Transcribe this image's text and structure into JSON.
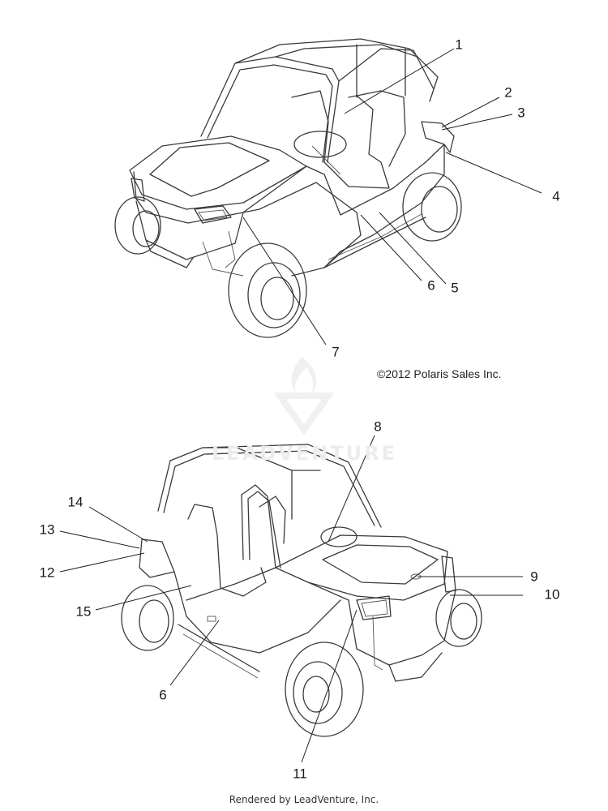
{
  "diagram": {
    "copyright": "©2012 Polaris Sales Inc.",
    "footer": "Rendered by LeadVenture, Inc.",
    "watermark": "LEADVENTURE",
    "top_view_callouts": [
      "1",
      "2",
      "3",
      "4",
      "5",
      "6",
      "7"
    ],
    "bottom_view_callouts": [
      "8",
      "9",
      "10",
      "11",
      "6",
      "12",
      "13",
      "14",
      "15"
    ]
  }
}
